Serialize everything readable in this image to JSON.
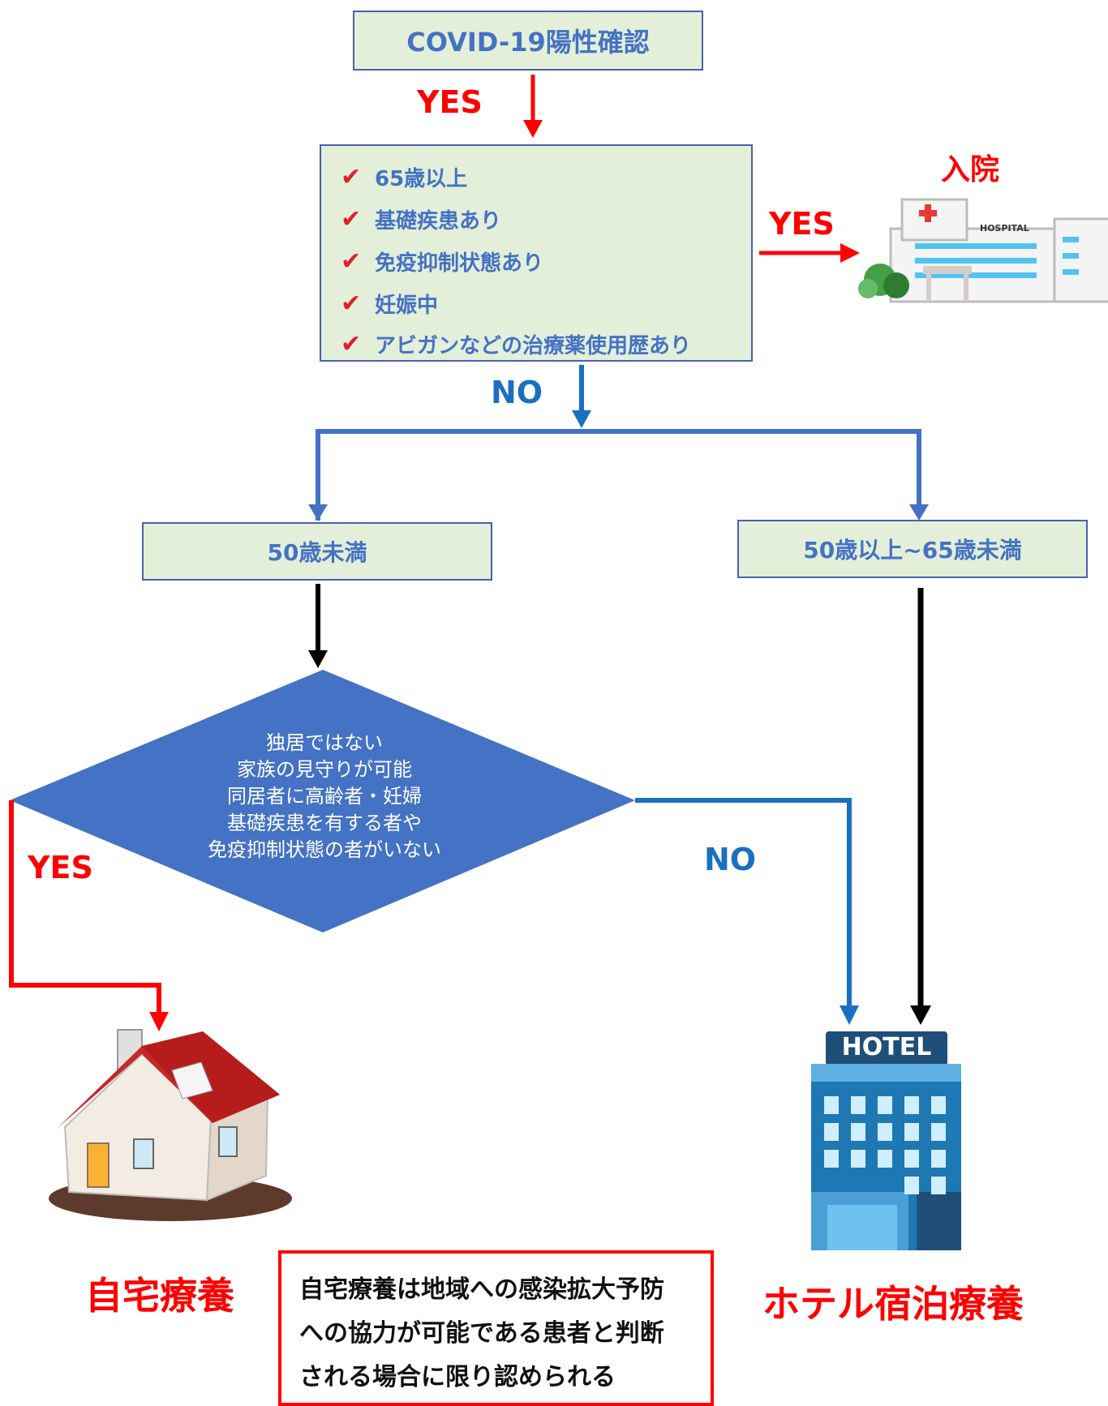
{
  "start_node": {
    "label": "COVID-19陽性確認"
  },
  "edge_labels": {
    "start_yes": "YES",
    "criteria_yes": "YES",
    "criteria_no": "NO",
    "diamond_yes": "YES",
    "diamond_no": "NO"
  },
  "criteria": [
    "65歳以上",
    "基礎疾患あり",
    "免疫抑制状態あり",
    "妊娠中",
    "アビガンなどの治療薬使用歴あり"
  ],
  "hospital": {
    "caption": "入院",
    "sign": "HOSPITAL"
  },
  "branch_left": {
    "label": "50歳未満"
  },
  "branch_right": {
    "label": "50歳以上~65歳未満"
  },
  "decision": {
    "lines": [
      "独居ではない",
      "家族の見守りが可能",
      "同居者に高齢者・妊婦",
      "基礎疾患を有する者や",
      "免疫抑制状態の者がいない"
    ]
  },
  "home": {
    "caption": "自宅療養"
  },
  "hotel": {
    "caption": "ホテル宿泊療養",
    "sign": "HOTEL"
  },
  "note": {
    "lines": [
      "自宅療養は地域への感染拡大予防",
      "への協力が可能である患者と判断",
      "される場合に限り認められる"
    ]
  },
  "colors": {
    "yes_arrow": "#ff0000",
    "no_arrow": "#4472c4",
    "plain_arrow": "#000000",
    "box_fill": "#e3efd9",
    "diamond_fill": "#4472c4"
  }
}
